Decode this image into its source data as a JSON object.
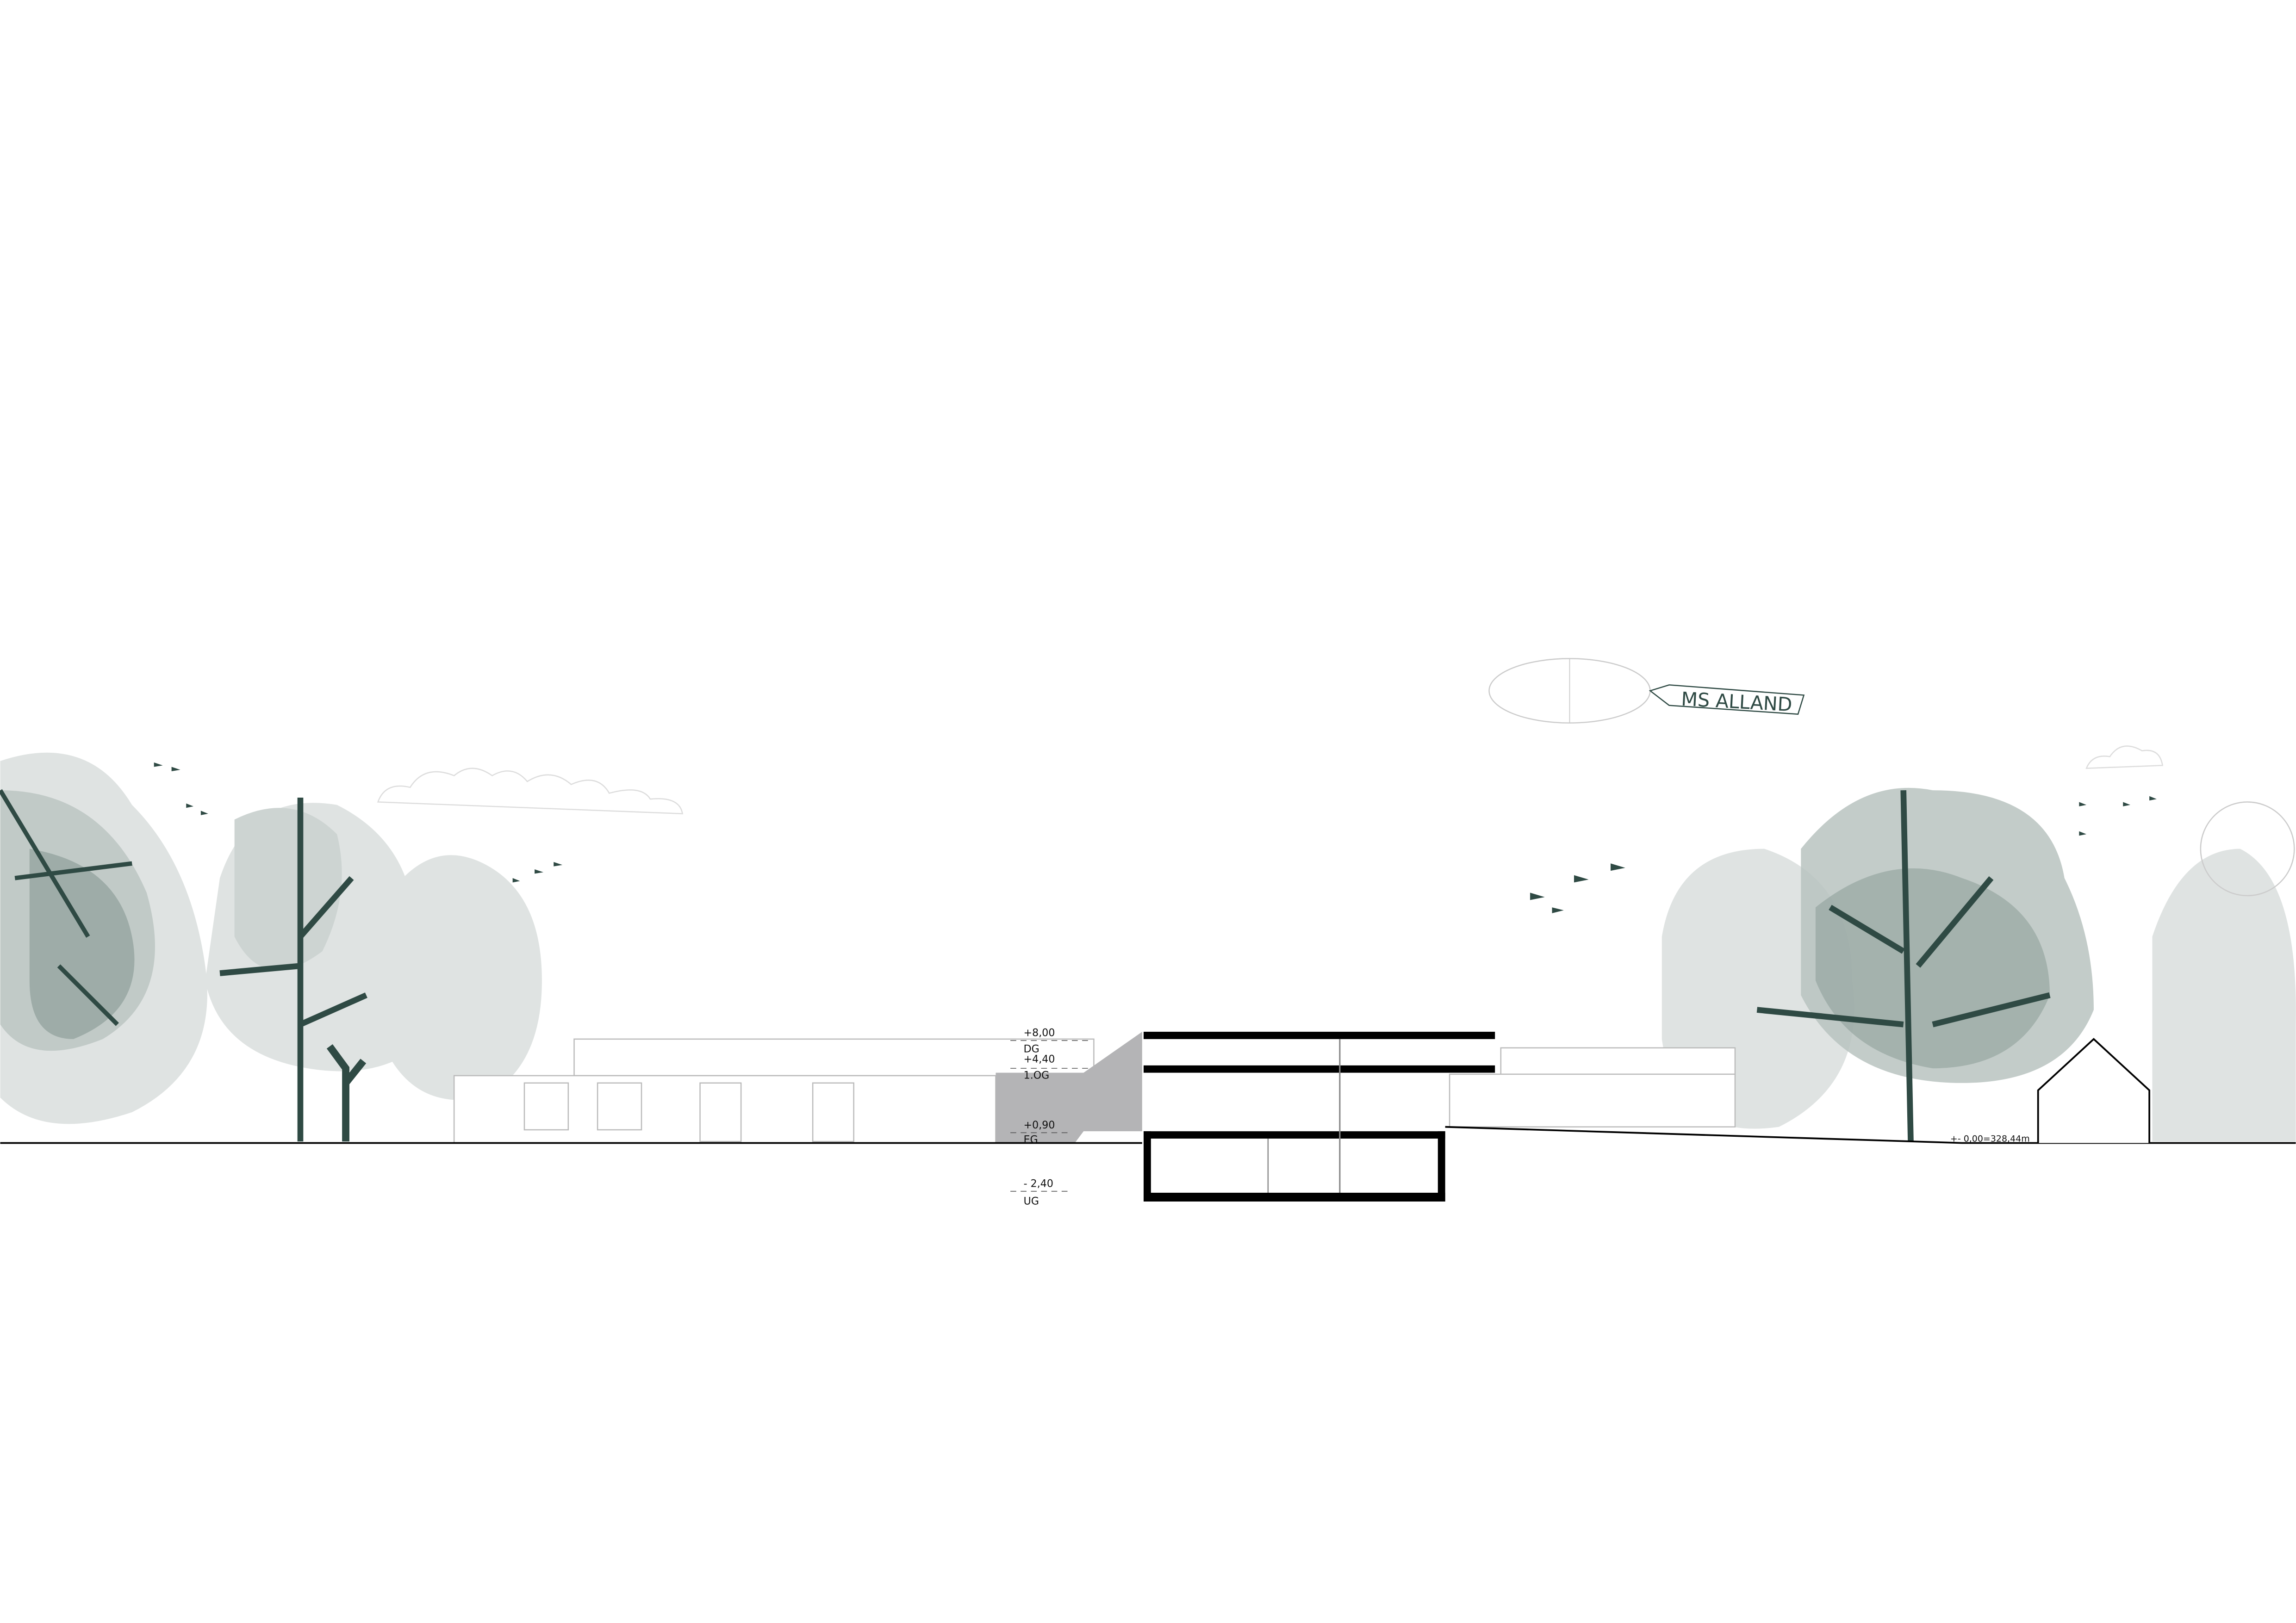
{
  "levels": [
    {
      "value": "+8,00",
      "name": "DG"
    },
    {
      "value": "+4,40",
      "name": "1.OG"
    },
    {
      "value": "+0,90",
      "name": "EG"
    },
    {
      "value": "- 2,40",
      "name": "UG"
    }
  ],
  "datum": "+- 0,00=328,44m",
  "blimp_banner": "MS ALLAND",
  "colors": {
    "tree_light": "#dfe3e2",
    "tree_mid": "#b9c3c0",
    "tree_dark": "#8fa09b",
    "trunk": "#2f4a44",
    "section_fill": "#000000",
    "stair_grey": "#b4b4b6"
  }
}
